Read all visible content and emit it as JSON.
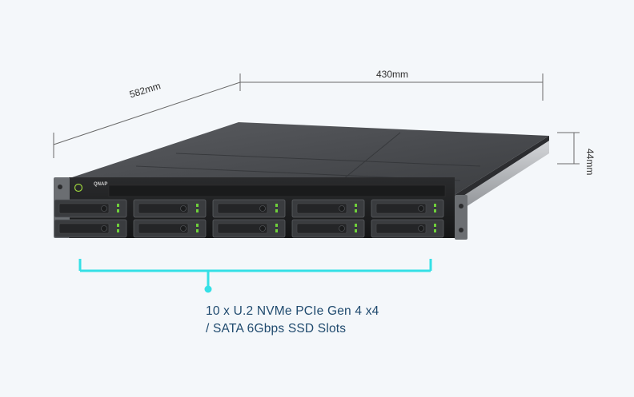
{
  "dimensions": {
    "width": "430mm",
    "depth": "582mm",
    "height": "44mm"
  },
  "device": {
    "brand_logo": "QNAP",
    "bay_count": 10
  },
  "callout": {
    "line1": "10 x U.2 NVMe PCIe Gen 4 x4",
    "line2": "/ SATA 6Gbps SSD Slots",
    "accent_color": "#35e0e6"
  },
  "colors": {
    "background": "#f4f7fa",
    "callout_text": "#1f4a6e",
    "dimension_line": "#6a6a6a",
    "chassis_top": "#4a4c4f",
    "bay_led": "#6fd13a"
  }
}
